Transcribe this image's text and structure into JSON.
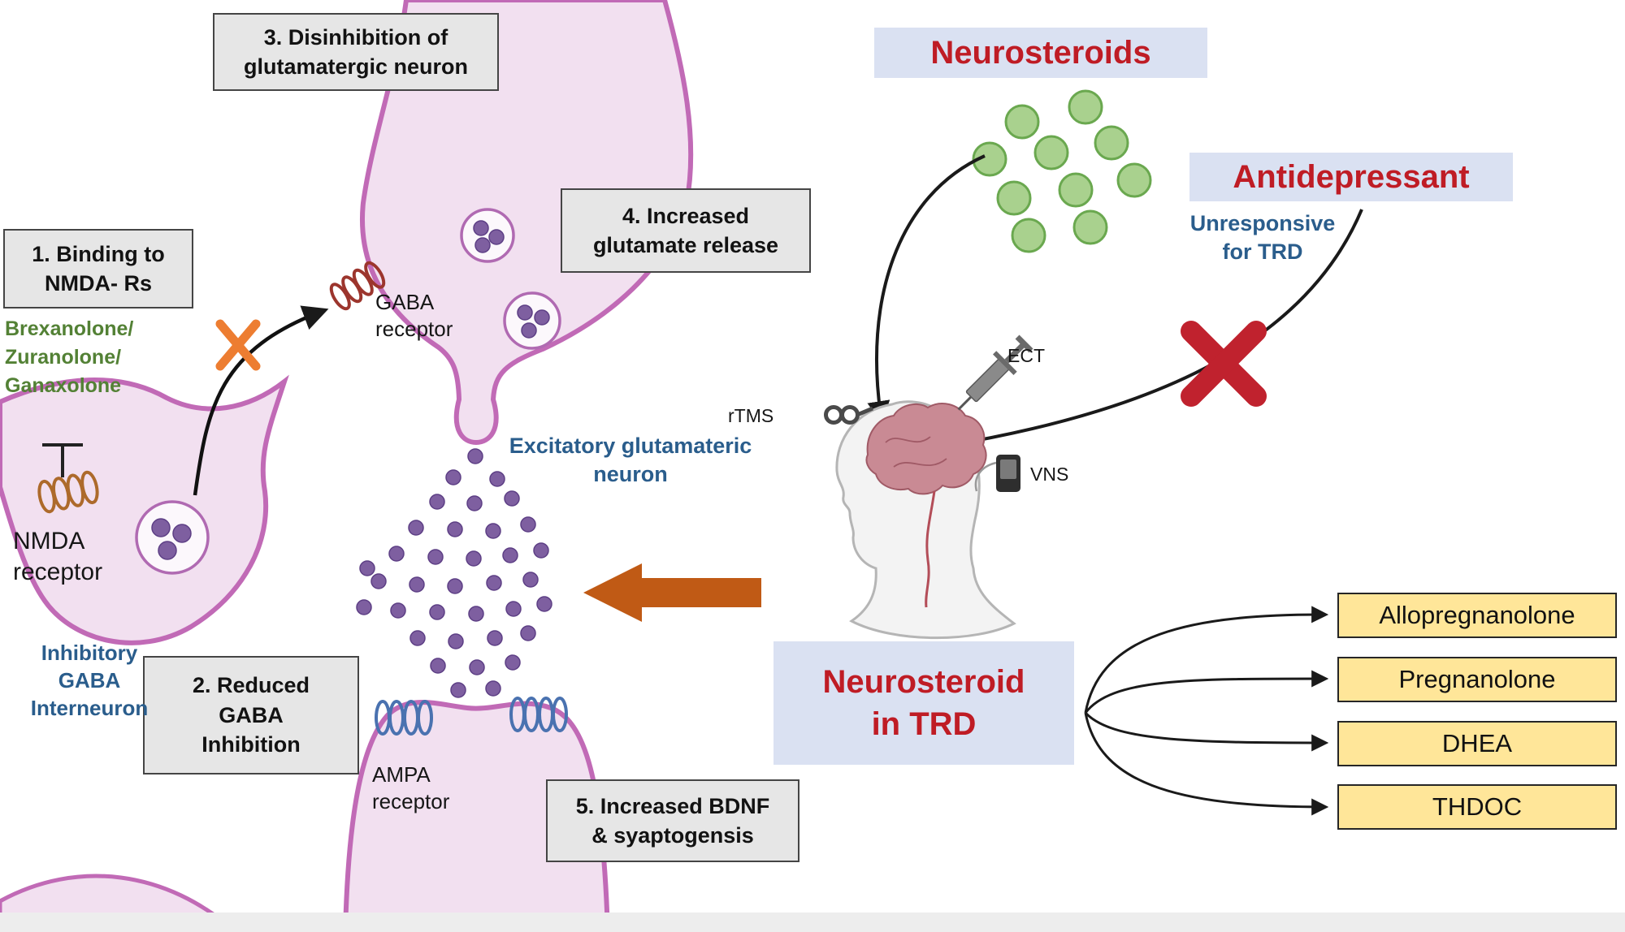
{
  "colors": {
    "title_red": "#bf1c25",
    "title_bg": "#dae1f2",
    "step_bg": "#e6e6e6",
    "yellow_bg": "#ffe699",
    "blue_text": "#2a5d8c",
    "green_text": "#538135",
    "neuron_fill": "#f2e0f0",
    "neuron_stroke": "#c16ab6",
    "glutamate_purple": "#7e5fa0",
    "molecule_green": "#a9d18e",
    "arrow_brown": "#c05a15",
    "x_red": "#c0222e",
    "x_orange": "#ed7d31"
  },
  "steps": {
    "s1": "1. Binding to\nNMDA- Rs",
    "s2": "2. Reduced\nGABA\nInhibition",
    "s3": "3. Disinhibition of\nglutamatergic neuron",
    "s4": "4. Increased\nglutamate release",
    "s5": "5. Increased BDNF\n& syaptogensis"
  },
  "labels": {
    "drugs": "Brexanolone/\nZuranolone/\nGanaxolone",
    "nmda_receptor": "NMDA\nreceptor",
    "inhibitory_neuron": "Inhibitory\nGABA\nInterneuron",
    "gaba_receptor": "GABA\nreceptor",
    "excitatory_neuron": "Excitatory glutamateric\nneuron",
    "ampa_receptor": "AMPA\nreceptor",
    "ect": "ECT",
    "rtms": "rTMS",
    "vns": "VNS",
    "unresponsive": "Unresponsive\nfor TRD"
  },
  "titles": {
    "neurosteroids": "Neurosteroids",
    "antidepressant": "Antidepressant",
    "neurosteroid_trd": "Neurosteroid\nin TRD"
  },
  "neurosteroid_list": [
    "Allopregnanolone",
    "Pregnanolone",
    "DHEA",
    "THDOC"
  ]
}
